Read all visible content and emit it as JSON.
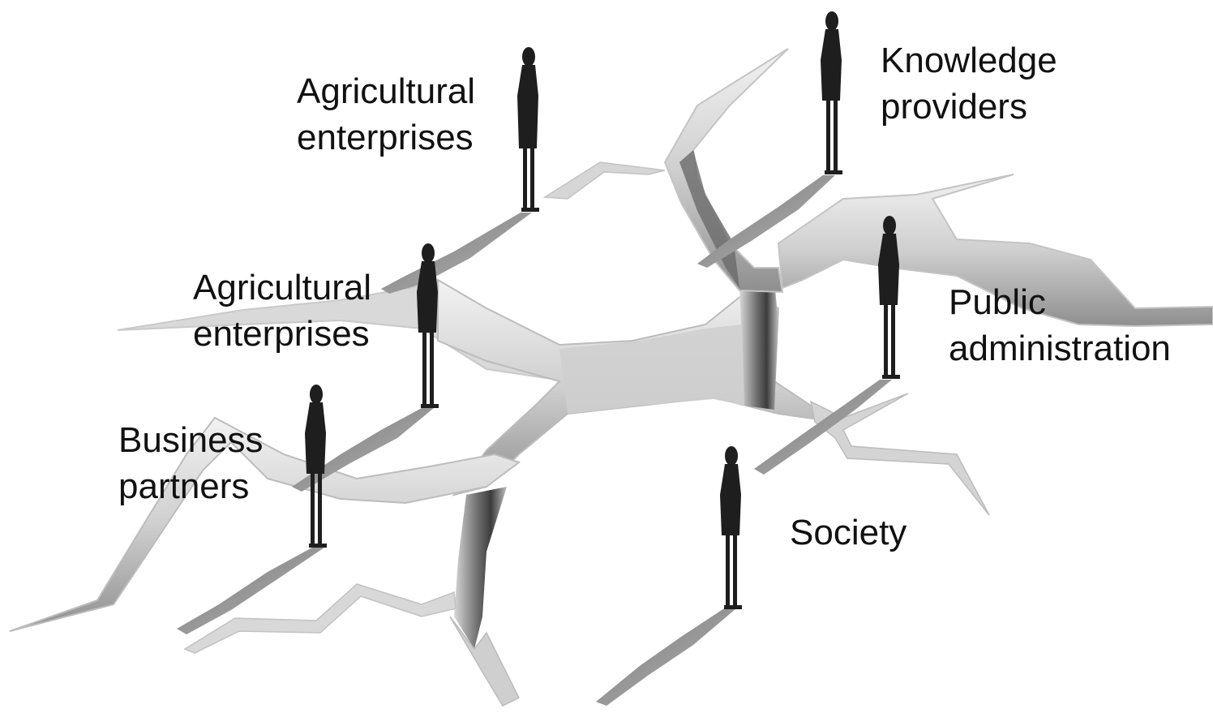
{
  "colors": {
    "background": "#ffffff",
    "figure": "#1e1e1e",
    "shadow": "#8c8c8c",
    "crack_light": "#e4e4e4",
    "crack_mid": "#bdbdbd",
    "crack_dark": "#555555"
  },
  "stakeholders": [
    {
      "line1": "Agricultural",
      "line2": "enterprises"
    },
    {
      "line1": "Agricultural",
      "line2": "enterprises"
    },
    {
      "line1": "Business",
      "line2": "partners"
    },
    {
      "line1": "Knowledge",
      "line2": "providers"
    },
    {
      "line1": "Public",
      "line2": "administration"
    },
    {
      "line1": "Society",
      "line2": ""
    }
  ]
}
